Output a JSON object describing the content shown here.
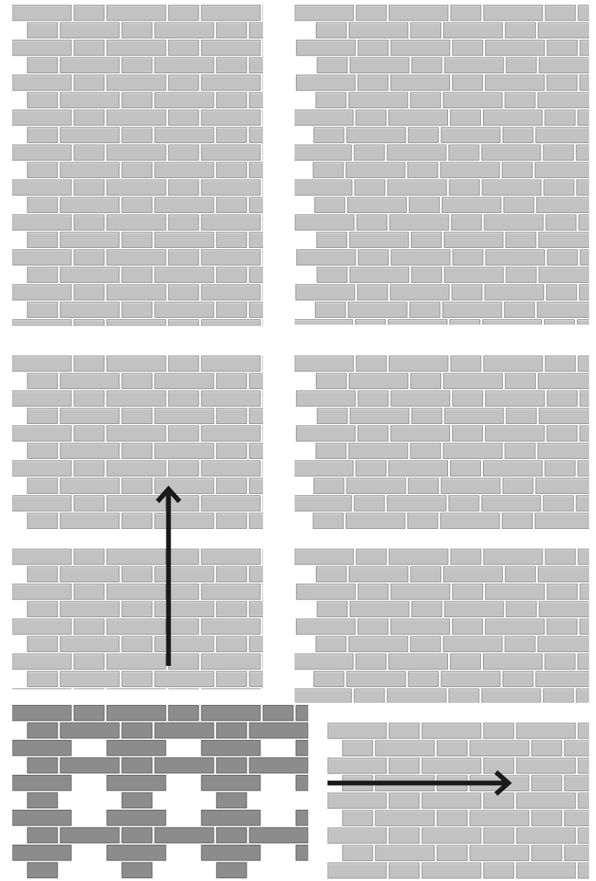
{
  "colors": {
    "background": "#ffffff",
    "brick_fill": "#c2c2c2",
    "brick_edge": "#8a8a8a",
    "brick_highlight": "#e2e2e2",
    "dark_brick_fill": "#8c8c8c",
    "dark_brick_edge": "#5a5a5a",
    "arrow": "#1a1a1a"
  },
  "panels": [
    {
      "id": "top-left",
      "style": "light",
      "pattern": "regular"
    },
    {
      "id": "top-right",
      "style": "light",
      "pattern": "wavy"
    },
    {
      "id": "middle-left",
      "style": "light",
      "pattern": "regular"
    },
    {
      "id": "middle-right",
      "style": "light",
      "pattern": "wavy"
    },
    {
      "id": "lower-left",
      "style": "light",
      "pattern": "regular"
    },
    {
      "id": "lower-right",
      "style": "light",
      "pattern": "wavy"
    },
    {
      "id": "bottom-left",
      "style": "dark",
      "pattern": "perforated"
    },
    {
      "id": "bottom-right",
      "style": "light",
      "pattern": "regular"
    }
  ],
  "arrows": [
    {
      "id": "vertical-arrow",
      "direction": "up"
    },
    {
      "id": "horizontal-arrow",
      "direction": "right"
    }
  ]
}
